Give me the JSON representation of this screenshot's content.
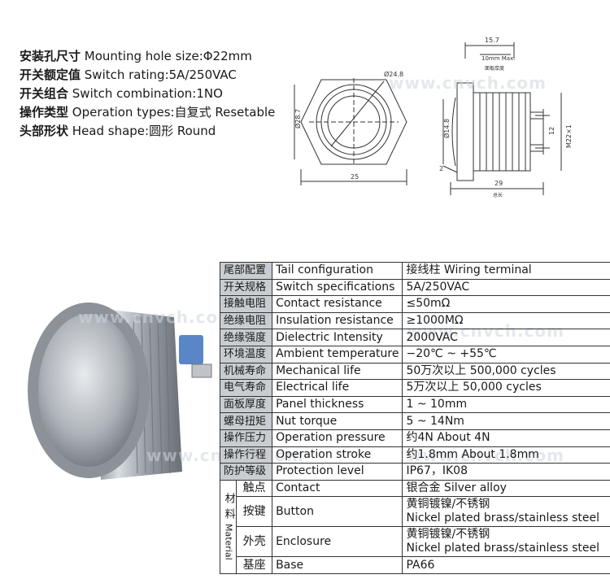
{
  "specs": [
    {
      "zh": "安装孔尺寸",
      "en": " Mounting hole size:Φ22mm"
    },
    {
      "zh": "开关额定值",
      "en": " Switch rating:5A/250VAC"
    },
    {
      "zh": "开关组合",
      "en": " Switch combination:1NO"
    },
    {
      "zh": "操作类型",
      "en": " Operation types:自复式 Resetable"
    },
    {
      "zh": "头部形状",
      "en": " Head shape:圆形 Round"
    }
  ],
  "front_view": {
    "dia_outer": "Ø28.7",
    "dia_inner": "Ø24.8",
    "width": "25"
  },
  "side_view": {
    "total": "15.7",
    "panel": "10mm Max.",
    "panel_zh": "面板厚度",
    "dia": "Ø14.8",
    "thread": "M22×1",
    "pin": "12",
    "height": "2",
    "length": "29",
    "length_zh": "总长"
  },
  "watermark": "www.cnvch.com",
  "table": {
    "rows": [
      {
        "zh": "尾部配置",
        "en": "Tail configuration",
        "val": "接线柱 Wiring terminal"
      },
      {
        "zh": "开关规格",
        "en": "Switch specifications",
        "val": " 5A/250VAC"
      },
      {
        "zh": "接触电阻",
        "en": "Contact resistance",
        "val": "≤50mΩ"
      },
      {
        "zh": "绝缘电阻",
        "en": "Insulation resistance",
        "val": "≥1000MΩ"
      },
      {
        "zh": "绝缘强度",
        "en": "Dielectric Intensity",
        "val": "2000VAC"
      },
      {
        "zh": "环境温度",
        "en": "Ambient temperature",
        "val": "−20℃ ~ +55℃"
      },
      {
        "zh": "机械寿命",
        "en": "Mechanical life",
        "val": "50万次以上 500,000 cycles"
      },
      {
        "zh": "电气寿命",
        "en": "Electrical life",
        "val": "5万次以上 50,000  cycles"
      },
      {
        "zh": "面板厚度",
        "en": "Panel thickness",
        "val": "1 ~ 10mm"
      },
      {
        "zh": "螺母扭矩",
        "en": "Nut torque",
        "val": "5 ~ 14Nm"
      },
      {
        "zh": "操作压力",
        "en": "Operation pressure",
        "val": "约4N About 4N"
      },
      {
        "zh": "操作行程",
        "en": "Operation stroke",
        "val": "约1.8mm About 1.8mm"
      },
      {
        "zh": "防护等级",
        "en": "Protection level",
        "val": "IP67，IK08"
      }
    ],
    "material_label_zh": "材料",
    "material_label_en": "Material",
    "materials": [
      {
        "zh": "触点",
        "en": "Contact",
        "val1": "银合金 Silver alloy",
        "val2": ""
      },
      {
        "zh": "按键",
        "en": "Button",
        "val1": "黄铜镀镍/不锈钢",
        "val2": "Nickel plated brass/stainless steel"
      },
      {
        "zh": "外壳",
        "en": "Enclosure",
        "val1": "黄铜镀镍/不锈钢",
        "val2": "Nickel plated brass/stainless steel"
      },
      {
        "zh": "基座",
        "en": "Base",
        "val1": "PA66",
        "val2": ""
      }
    ]
  }
}
